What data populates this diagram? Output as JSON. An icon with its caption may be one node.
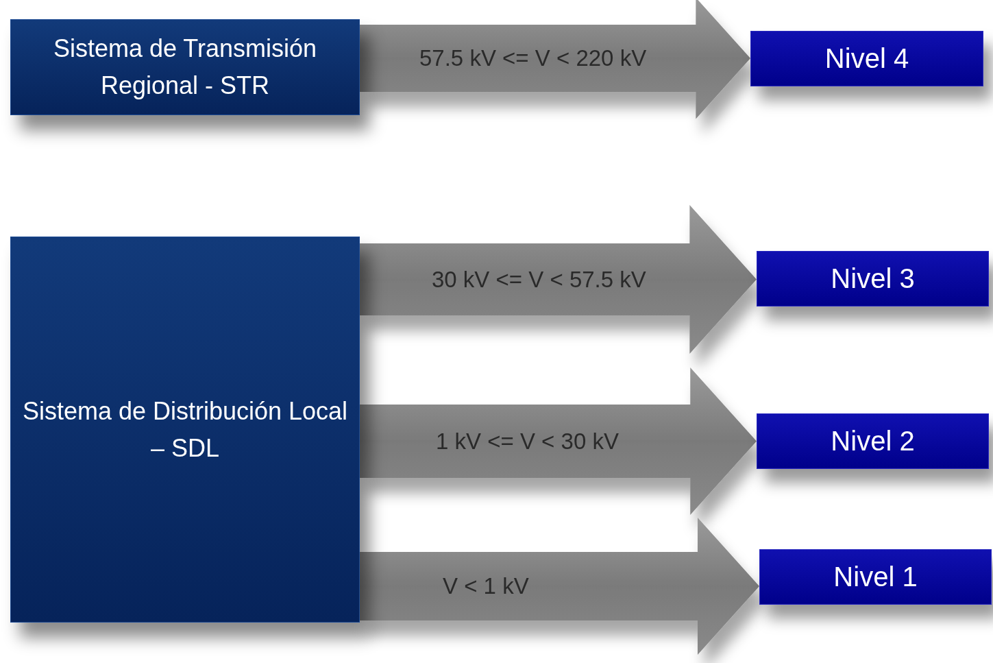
{
  "diagram": {
    "nodes": [
      {
        "text": [
          "Sistema de Transmisión Regional - STR"
        ]
      },
      {
        "text": [
          "Sistema de Distribución Local – SDL"
        ]
      },
      {
        "text": [
          "Nivel 4"
        ]
      },
      {
        "text": [
          "Nivel 3"
        ]
      },
      {
        "text": [
          "Nivel 2"
        ]
      },
      {
        "text": [
          "Nivel 1"
        ]
      }
    ],
    "edges": [
      {
        "from": 0,
        "to": 2,
        "arrow": "to",
        "label": "57.5 kV <= V < 220 kV",
        "style": "thick"
      },
      {
        "from": 1,
        "to": 3,
        "arrow": "to",
        "label": "30 kV <= V < 57.5 kV",
        "style": "thick"
      },
      {
        "from": 1,
        "to": 4,
        "arrow": "to",
        "label": "1 kV <= V < 30 kV",
        "style": "thick"
      },
      {
        "from": 1,
        "to": 5,
        "arrow": "to",
        "label": "V < 1 kV",
        "style": "thick"
      }
    ]
  }
}
